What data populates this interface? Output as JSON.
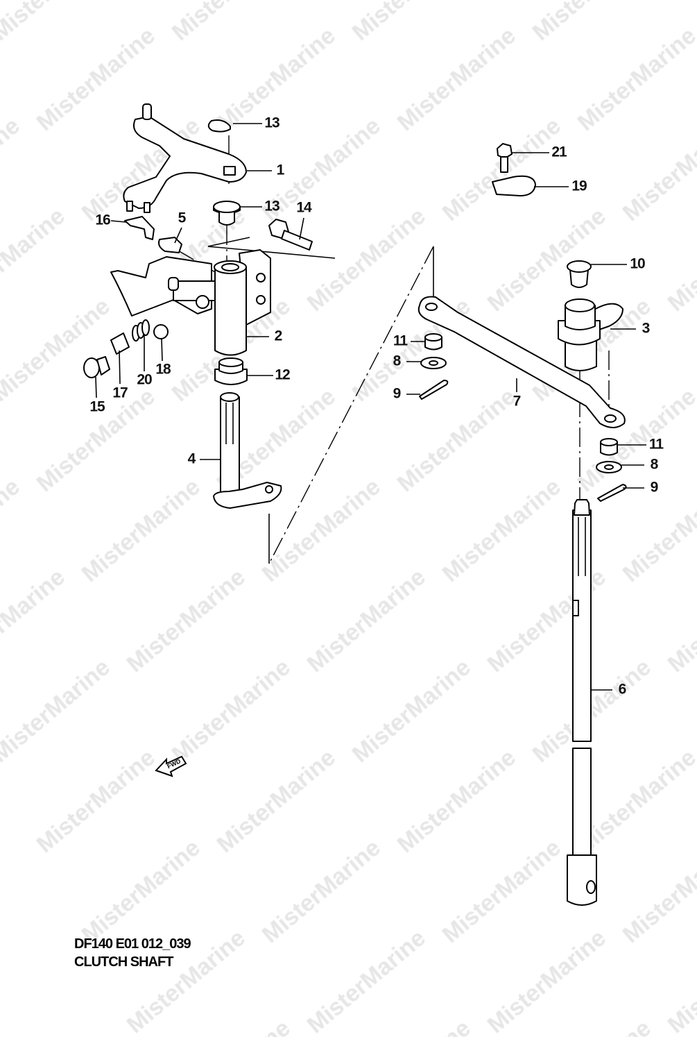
{
  "watermark": "MisterMarine",
  "diagram": {
    "code": "DF140 E01 012_039",
    "title": "CLUTCH SHAFT",
    "fwd_label": "FWD"
  },
  "callouts": [
    "13",
    "1",
    "13",
    "14",
    "16",
    "5",
    "2",
    "12",
    "18",
    "20",
    "17",
    "15",
    "4",
    "21",
    "19",
    "10",
    "3",
    "11",
    "8",
    "9",
    "7",
    "11",
    "8",
    "9",
    "6"
  ]
}
